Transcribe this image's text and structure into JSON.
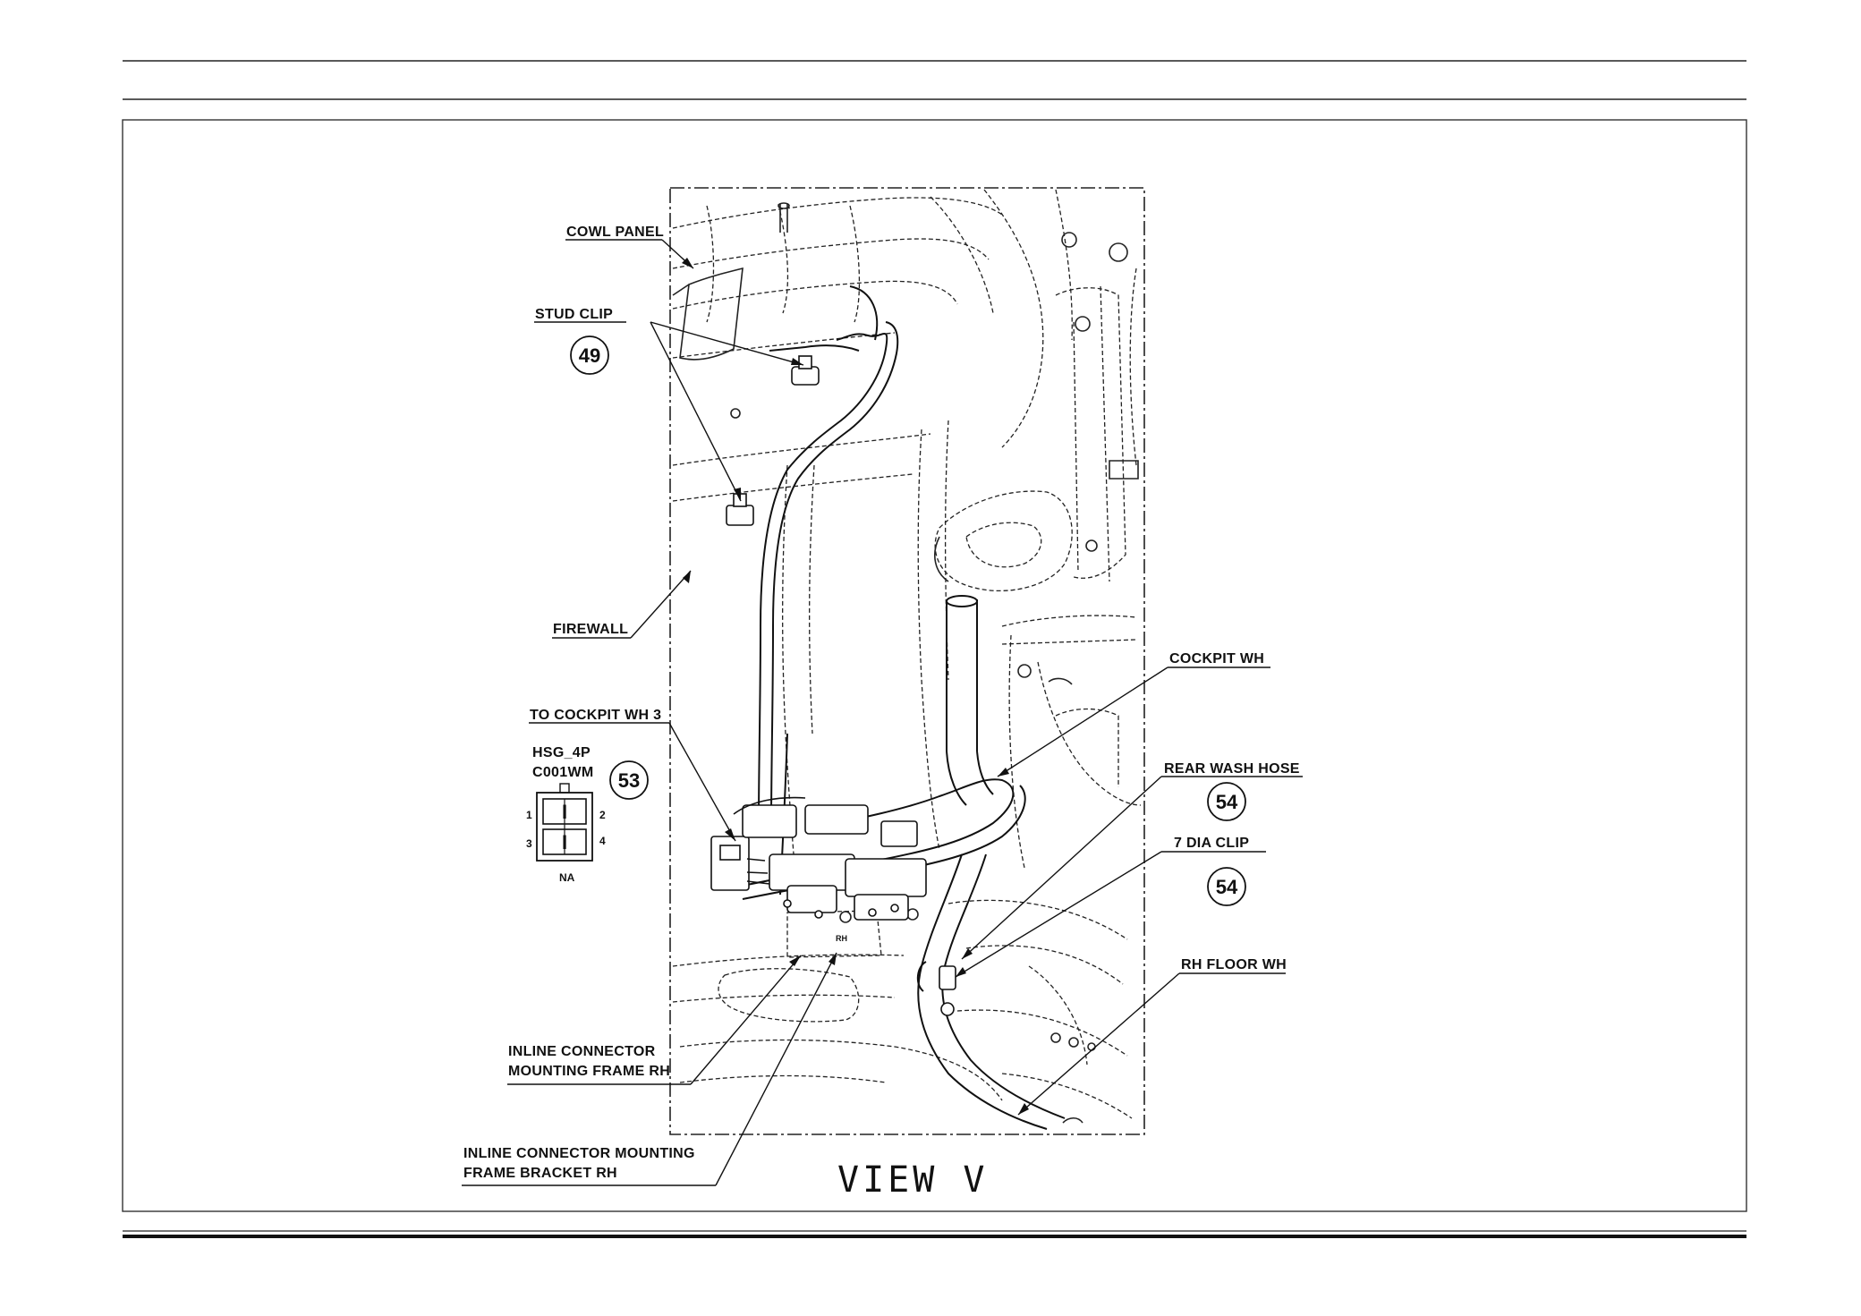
{
  "view_title": "VIEW V",
  "labels": {
    "cowl_panel": "COWL PANEL",
    "stud_clip": "STUD CLIP",
    "firewall": "FIREWALL",
    "to_cockpit_wh_3": "TO COCKPIT WH 3",
    "cockpit_wh": "COCKPIT WH",
    "rear_wash_hose": "REAR WASH HOSE",
    "dia_clip": "7 DIA CLIP",
    "rh_floor_wh": "RH FLOOR WH",
    "inline_frame_line1": "INLINE CONNECTOR",
    "inline_frame_line2": "MOUNTING FRAME RH",
    "inline_bracket_line1": "INLINE CONNECTOR MOUNTING",
    "inline_bracket_line2": "FRAME BRACKET RH"
  },
  "bubbles": {
    "stud_clip": "49",
    "connector": "53",
    "rear_wash_hose": "54",
    "dia_clip": "54"
  },
  "connector": {
    "housing": "HSG_4P",
    "code": "C001WM",
    "pins": [
      "1",
      "2",
      "3",
      "4"
    ],
    "terminal_symbol": "I",
    "footer": "NA"
  },
  "part_mark": "RH"
}
